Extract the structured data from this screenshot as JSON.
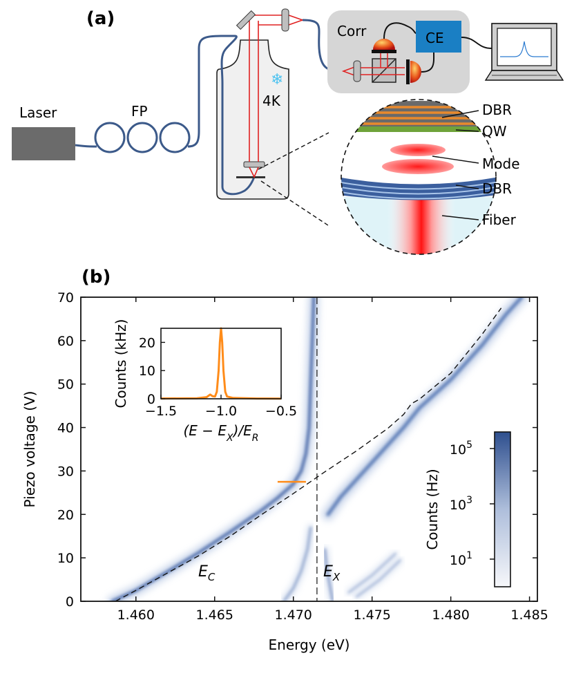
{
  "panel_a": {
    "label": "(a)",
    "laser": "Laser",
    "fp": "FP",
    "temperature": "4K",
    "corr": "Corr",
    "ce": "CE",
    "inset_layers": [
      "DBR",
      "QW",
      "Mode",
      "DBR",
      "Fiber"
    ],
    "colors": {
      "dbr_top": "#e8892c",
      "qw": "#6fa33a",
      "mode": "#ff2a2a",
      "dbr_bottom": "#3b5f9e",
      "fiber": "#dff3f8",
      "fiber_line": "#3c5a8a",
      "box": "#d7d7d7"
    }
  },
  "panel_b": {
    "label": "(b)",
    "ec_label": "E",
    "ec_sub": "C",
    "ex_label": "E",
    "ex_sub": "X",
    "colorbar": {
      "label": "Counts (Hz)",
      "ticks": [
        {
          "base": "10",
          "exp": "5"
        },
        {
          "base": "10",
          "exp": "3"
        },
        {
          "base": "10",
          "exp": "1"
        }
      ],
      "log_range": [
        0,
        5.6
      ]
    }
  },
  "chart_data": [
    {
      "type": "heatmap",
      "xlabel": "Energy (eV)",
      "ylabel": "Piezo voltage (V)",
      "xlim": [
        1.4565,
        1.4855
      ],
      "ylim": [
        0,
        70
      ],
      "xticks": [
        "1.460",
        "1.465",
        "1.470",
        "1.475",
        "1.480",
        "1.485"
      ],
      "xtick_values": [
        1.46,
        1.465,
        1.47,
        1.475,
        1.48,
        1.485
      ],
      "yticks": [
        "0",
        "10",
        "20",
        "30",
        "40",
        "50",
        "60",
        "70"
      ],
      "ytick_values": [
        0,
        10,
        20,
        30,
        40,
        50,
        60,
        70
      ],
      "exciton_energy": 1.4715,
      "uncoupled_cavity": [
        [
          1.4587,
          0
        ],
        [
          1.46,
          2.5
        ],
        [
          1.462,
          6.5
        ],
        [
          1.464,
          10.5
        ],
        [
          1.466,
          15
        ],
        [
          1.468,
          20
        ],
        [
          1.47,
          24.8
        ],
        [
          1.472,
          29.8
        ],
        [
          1.474,
          34.6
        ],
        [
          1.476,
          39.8
        ],
        [
          1.477,
          43
        ],
        [
          1.4775,
          45.5
        ],
        [
          1.478,
          46.5
        ],
        [
          1.48,
          52.5
        ],
        [
          1.482,
          61.5
        ],
        [
          1.4832,
          67.5
        ]
      ],
      "lower_polariton": [
        [
          1.4585,
          0
        ],
        [
          1.46,
          2.5
        ],
        [
          1.462,
          6.8
        ],
        [
          1.464,
          11.2
        ],
        [
          1.466,
          16
        ],
        [
          1.468,
          21
        ],
        [
          1.469,
          23.8
        ],
        [
          1.47,
          27
        ],
        [
          1.4705,
          30
        ],
        [
          1.4708,
          34
        ],
        [
          1.471,
          40
        ],
        [
          1.4711,
          50
        ],
        [
          1.4712,
          60
        ],
        [
          1.4713,
          70
        ]
      ],
      "upper_polariton": [
        [
          1.4722,
          20
        ],
        [
          1.473,
          24
        ],
        [
          1.474,
          28
        ],
        [
          1.475,
          32
        ],
        [
          1.476,
          36
        ],
        [
          1.477,
          40
        ],
        [
          1.478,
          44.5
        ],
        [
          1.48,
          51
        ],
        [
          1.482,
          59
        ],
        [
          1.4835,
          66
        ],
        [
          1.4845,
          70
        ]
      ],
      "lower_branch_tail": [
        [
          1.4694,
          0
        ],
        [
          1.47,
          3
        ],
        [
          1.4705,
          7
        ],
        [
          1.4709,
          12
        ],
        [
          1.4711,
          17
        ]
      ],
      "upper_branch_tail": [
        [
          1.4725,
          0
        ],
        [
          1.4723,
          4
        ],
        [
          1.4721,
          8
        ],
        [
          1.472,
          12
        ]
      ],
      "secondary_modes": [
        [
          [
            1.4735,
            2
          ],
          [
            1.475,
            6
          ],
          [
            1.4765,
            11
          ]
        ],
        [
          [
            1.474,
            1
          ],
          [
            1.4755,
            5
          ],
          [
            1.4768,
            9.5
          ]
        ]
      ],
      "marker": {
        "x": [
          1.469,
          1.4708
        ],
        "y": 27.5,
        "color": "#ff8c1a"
      }
    },
    {
      "type": "line",
      "xlabel": "(E − E_X)/E_R",
      "ylabel": "Counts (kHz)",
      "xlim": [
        -1.5,
        -0.5
      ],
      "ylim": [
        0,
        25
      ],
      "xticks": [
        "−1.5",
        "−1.0",
        "−0.5"
      ],
      "xtick_values": [
        -1.5,
        -1.0,
        -0.5
      ],
      "yticks": [
        "0",
        "10",
        "20"
      ],
      "ytick_values": [
        0,
        10,
        20
      ],
      "series": [
        {
          "color": "#ff8c1a",
          "x": [
            -1.5,
            -1.2,
            -1.12,
            -1.09,
            -1.07,
            -1.05,
            -1.035,
            -1.02,
            -1.01,
            -1.0,
            -0.99,
            -0.98,
            -0.965,
            -0.95,
            -0.9,
            -0.7,
            -0.5
          ],
          "y": [
            0.1,
            0.2,
            0.6,
            1.5,
            0.9,
            0.8,
            2.5,
            10,
            20,
            25,
            20,
            10,
            2.5,
            0.8,
            0.3,
            0.1,
            0.05
          ]
        }
      ]
    }
  ]
}
